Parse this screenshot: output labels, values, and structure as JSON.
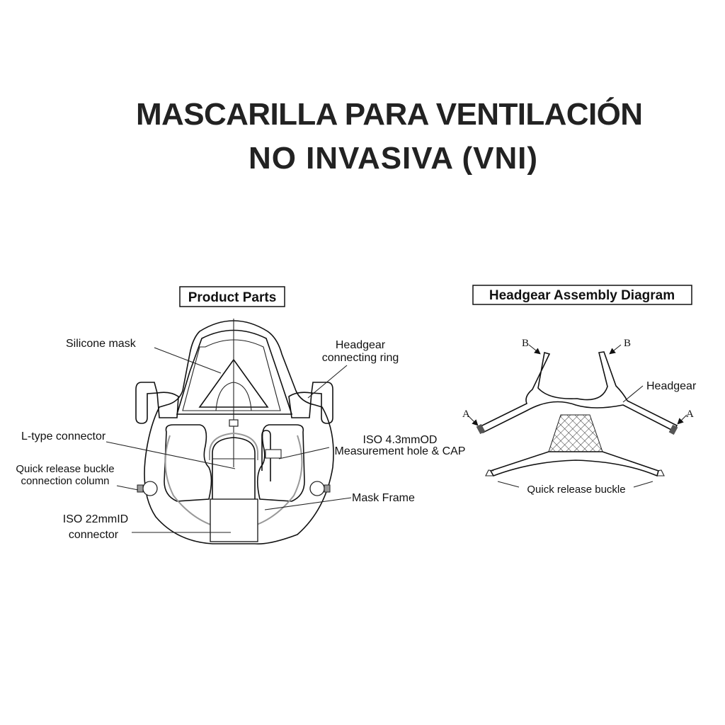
{
  "title": {
    "line1": "MASCARILLA PARA VENTILACIÓN",
    "line2": "NO INVASIVA (VNI)"
  },
  "product_parts": {
    "heading": "Product Parts",
    "labels": {
      "silicone_mask": "Silicone mask",
      "headgear_ring_1": "Headgear",
      "headgear_ring_2": "connecting ring",
      "l_connector": "L-type connector",
      "iso_hole_1": "ISO 4.3mmOD",
      "iso_hole_2": "Measurement hole & CAP",
      "buckle_col_1": "Quick release buckle",
      "buckle_col_2": "connection column",
      "mask_frame": "Mask Frame",
      "iso_conn_1": "ISO 22mmID",
      "iso_conn_2": "connector"
    }
  },
  "headgear_assembly": {
    "heading": "Headgear Assembly Diagram",
    "labels": {
      "b": "B",
      "a": "A",
      "headgear": "Headgear",
      "buckle": "Quick release buckle"
    }
  }
}
